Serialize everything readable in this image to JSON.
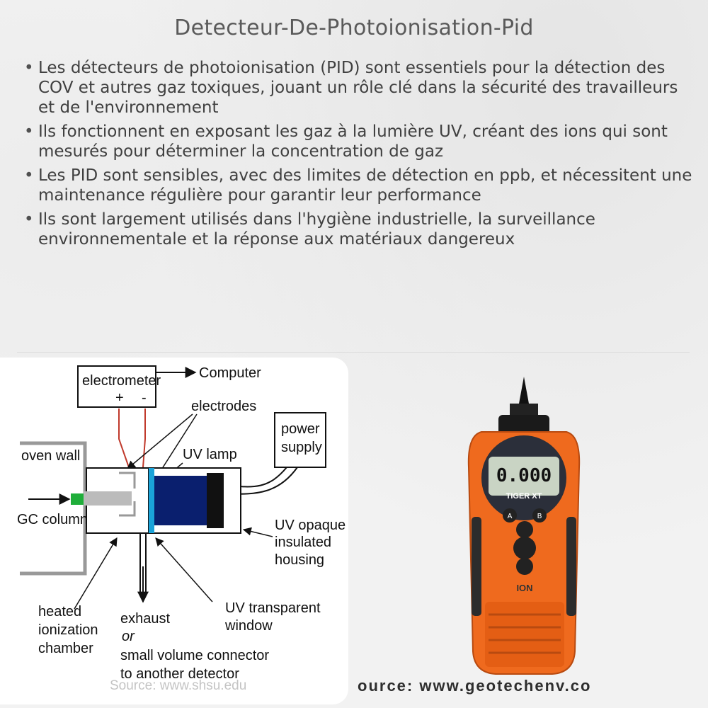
{
  "title": "Detecteur-De-Photoionisation-Pid",
  "bullets": [
    "Les détecteurs de photoionisation (PID) sont essentiels pour la détection des COV et autres gaz toxiques, jouant un rôle clé dans la sécurité des travailleurs et de l'environnement",
    "Ils fonctionnent en exposant les gaz à la lumière UV, créant des ions qui sont mesurés pour déterminer la concentration de gaz",
    "Les PID sont sensibles, avec des limites de détection en ppb, et nécessitent une maintenance régulière pour garantir leur performance",
    "Ils sont largement utilisés dans l'hygiène industrielle, la surveillance environnementale et la réponse aux matériaux dangereux"
  ],
  "diagram": {
    "electrometer": "electrometer",
    "plus": "+",
    "minus": "-",
    "computer": "Computer",
    "electrodes": "electrodes",
    "power_supply_1": "power",
    "power_supply_2": "supply",
    "oven_wall": "oven wall",
    "uv_lamp": "UV lamp",
    "gc_column": "GC column",
    "uv_opaque_1": "UV opaque",
    "uv_opaque_2": "insulated",
    "uv_opaque_3": "housing",
    "heated_1": "heated",
    "heated_2": "ionization",
    "heated_3": "chamber",
    "exhaust": "exhaust",
    "or": "or",
    "small_volume_1": "small volume connector",
    "small_volume_2": "to another detector",
    "uv_window_1": "UV transparent",
    "uv_window_2": "window"
  },
  "device": {
    "reading": "0.000",
    "model": "TIGER XT",
    "brand": "ION",
    "btn_a": "A",
    "btn_b": "B"
  },
  "sources": {
    "left": "Source: www.shsu.edu",
    "right": "ource: www.geotechenv.co"
  },
  "colors": {
    "device_orange": "#ef6a1e",
    "lamp_blue": "#0a1f6e",
    "window_cyan": "#1aa3d9",
    "gc_green": "#1fae3a",
    "wire_red": "#c0392b"
  }
}
